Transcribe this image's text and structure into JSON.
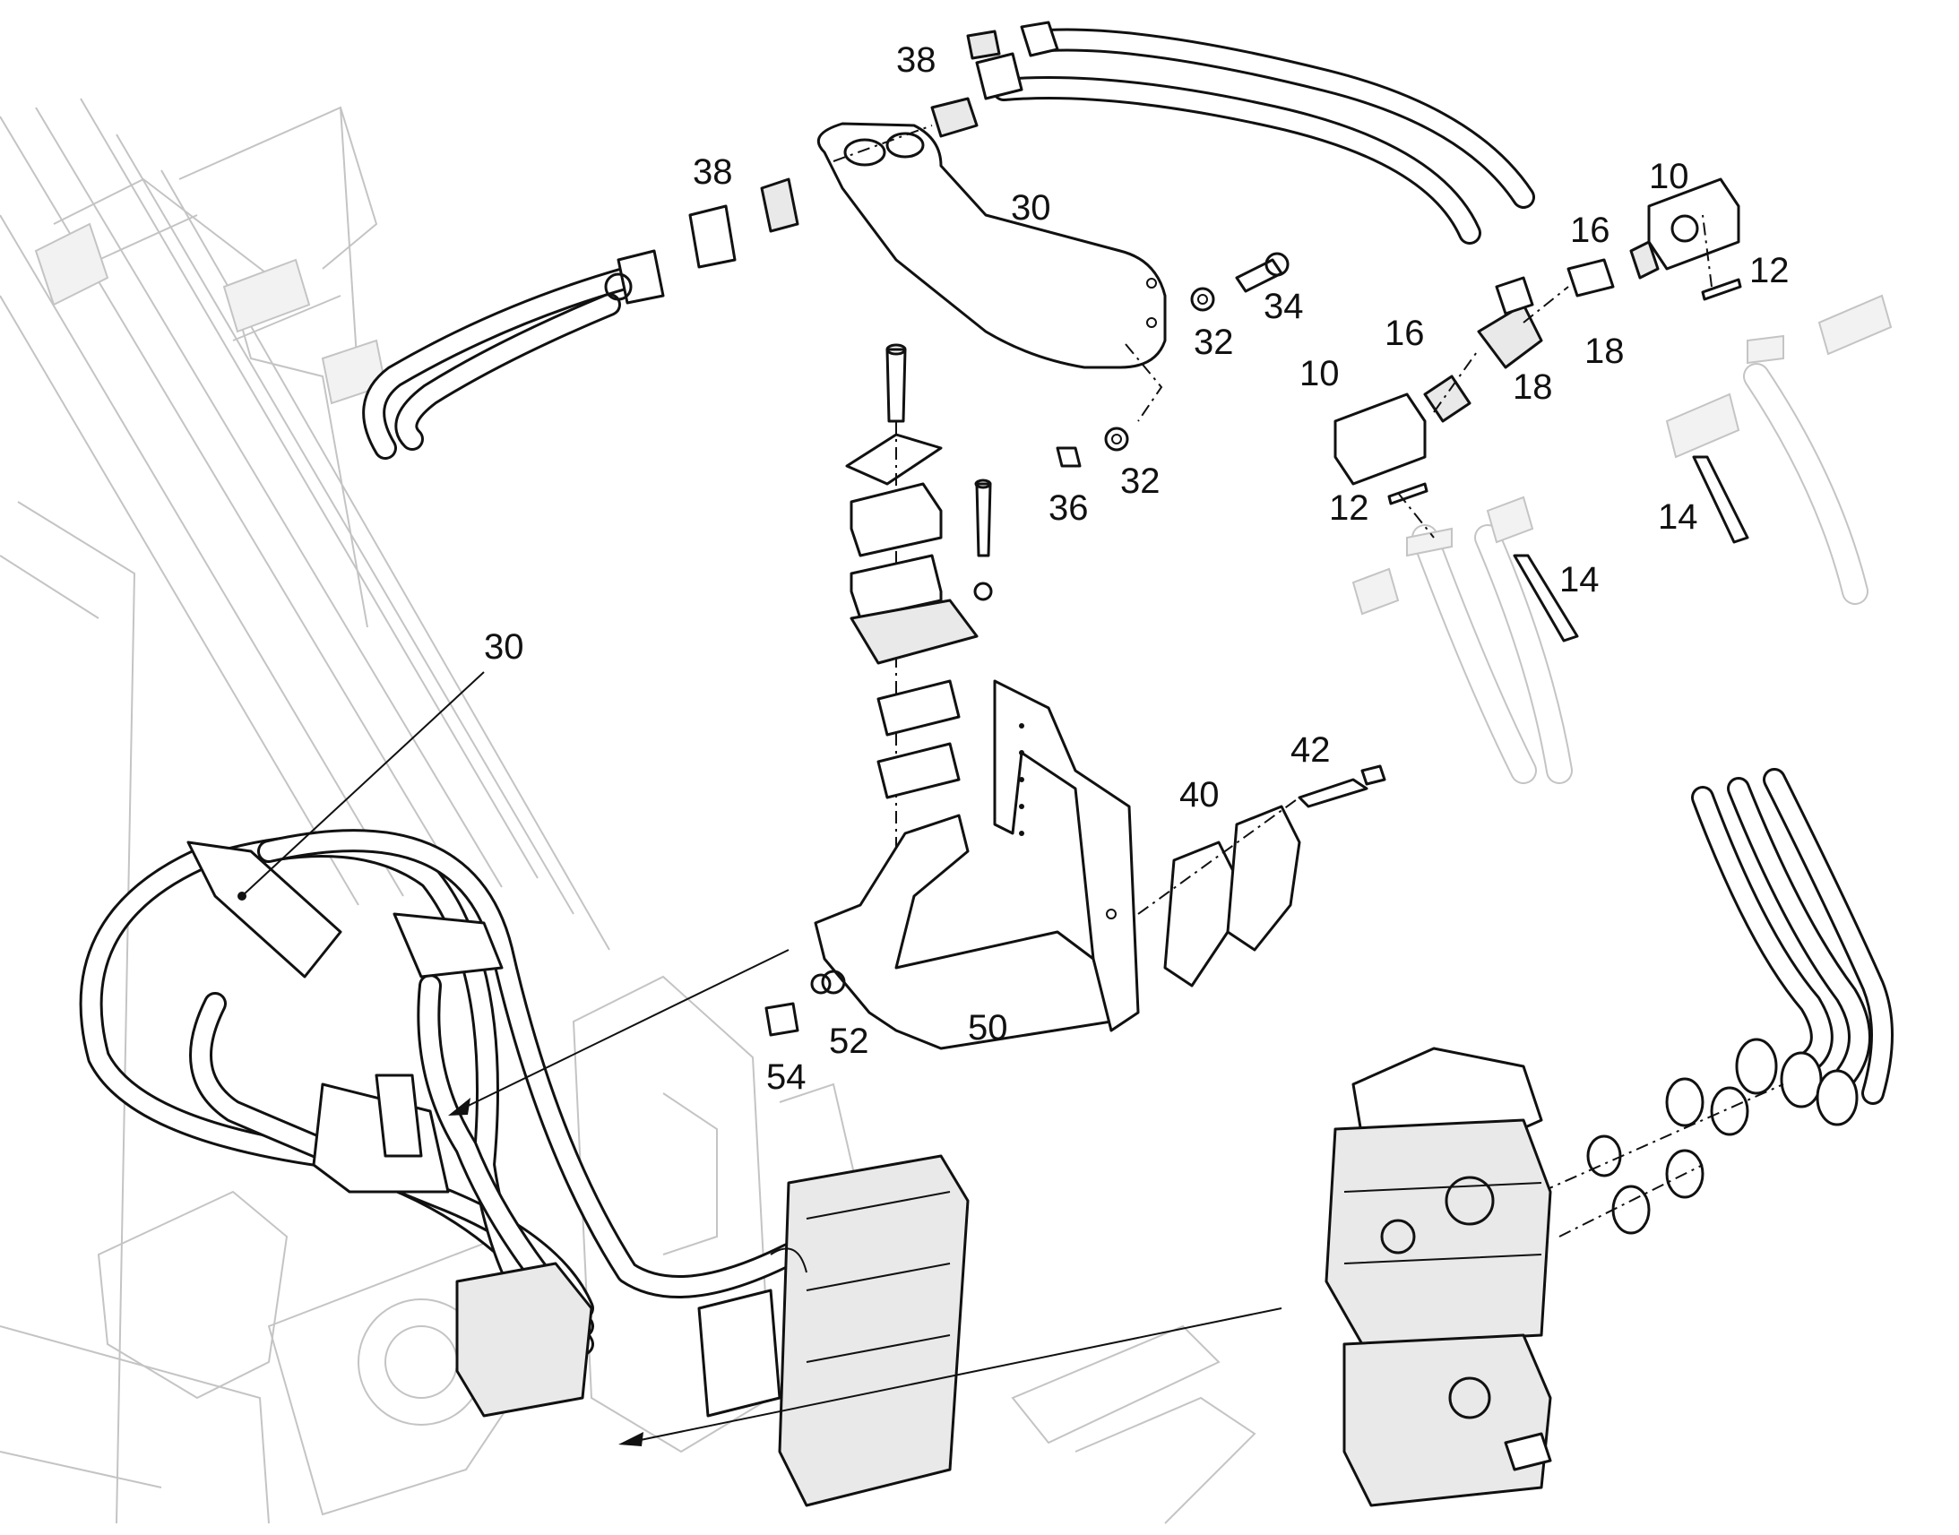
{
  "diagram": {
    "callouts": [
      {
        "id": "c38a",
        "text": "38"
      },
      {
        "id": "c38b",
        "text": "38"
      },
      {
        "id": "c30a",
        "text": "30"
      },
      {
        "id": "c34",
        "text": "34"
      },
      {
        "id": "c32a",
        "text": "32"
      },
      {
        "id": "c32b",
        "text": "32"
      },
      {
        "id": "c36",
        "text": "36"
      },
      {
        "id": "c10a",
        "text": "10"
      },
      {
        "id": "c16a",
        "text": "16"
      },
      {
        "id": "c12a",
        "text": "12"
      },
      {
        "id": "c18a",
        "text": "18"
      },
      {
        "id": "c16b",
        "text": "16"
      },
      {
        "id": "c10b",
        "text": "10"
      },
      {
        "id": "c18b",
        "text": "18"
      },
      {
        "id": "c12b",
        "text": "12"
      },
      {
        "id": "c14a",
        "text": "14"
      },
      {
        "id": "c14b",
        "text": "14"
      },
      {
        "id": "c30b",
        "text": "30"
      },
      {
        "id": "c42",
        "text": "42"
      },
      {
        "id": "c40",
        "text": "40"
      },
      {
        "id": "c50",
        "text": "50"
      },
      {
        "id": "c52",
        "text": "52"
      },
      {
        "id": "c54",
        "text": "54"
      }
    ]
  }
}
